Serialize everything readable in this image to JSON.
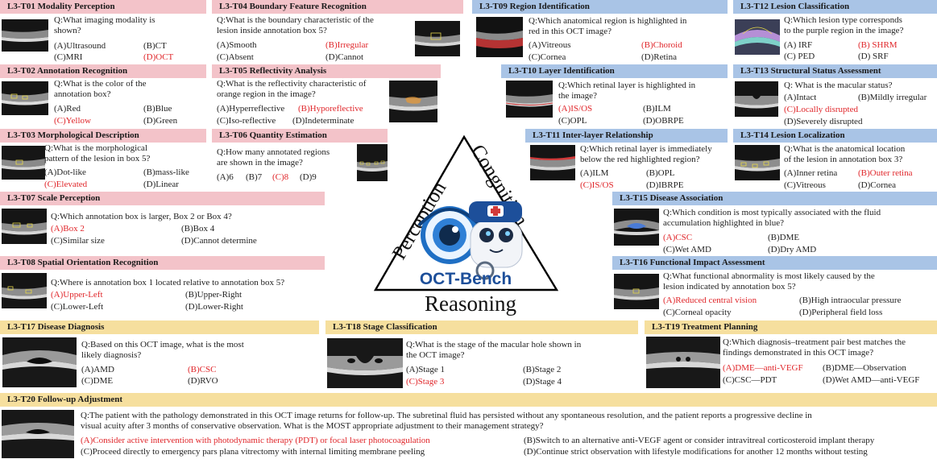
{
  "tasks": {
    "t01": {
      "header": "L3-T01 Modality Perception",
      "q1": "Q:What imaging modality is",
      "q2": "shown?",
      "a": "(A)Ultrasound",
      "b": "(B)CT",
      "c": "(C)MRI",
      "d": "(D)OCT"
    },
    "t02": {
      "header": "L3-T02 Annotation Recognition",
      "q1": "Q:What is the color of the",
      "q2": "annotation box?",
      "a": "(A)Red",
      "b": "(B)Blue",
      "c": "(C)Yellow",
      "d": "(D)Green"
    },
    "t03": {
      "header": "L3-T03 Morphological Description",
      "q1": "Q:What is the morphological",
      "q2": "pattern of the lesion in box 5?",
      "a": "(A)Dot-like",
      "b": "(B)mass-like",
      "c": "(C)Elevated",
      "d": "(D)Linear"
    },
    "t04": {
      "header": "L3-T04 Boundary Feature Recognition",
      "q1": "Q:What is the boundary characteristic of the",
      "q2": "lesion inside annotation box 5?",
      "a": "(A)Smooth",
      "b": "(B)Irregular",
      "c": "(C)Absent",
      "d": "(D)Cannot"
    },
    "t05": {
      "header": "L3-T05 Reflectivity Analysis",
      "q1": "Q:What is the reflectivity characteristic of",
      "q2": "orange region in the image?",
      "a": "(A)Hyperreflective",
      "b": "(B)Hyporeflective",
      "c": "(C)Iso-reflective",
      "d": "(D)Indeterminate"
    },
    "t06": {
      "header": "L3-T06 Quantity Estimation",
      "q1": "Q:How many annotated regions",
      "q2": "are shown in the image?",
      "a": "(A)6",
      "b": "(B)7",
      "c": "(C)8",
      "d": "(D)9"
    },
    "t07": {
      "header": "L3-T07 Scale Perception",
      "q1": "Q:Which annotation box is larger, Box 2 or Box 4?",
      "a": "(A)Box 2",
      "b": "(B)Box 4",
      "c": "(C)Similar size",
      "d": "(D)Cannot determine"
    },
    "t08": {
      "header": "L3-T08 Spatial Orientation Recognition",
      "q1": "Q:Where is annotation box 1 located relative to annotation box 5?",
      "a": "(A)Upper-Left",
      "b": "(B)Upper-Right",
      "c": "(C)Lower-Left",
      "d": "(D)Lower-Right"
    },
    "t09": {
      "header": "L3-T09 Region Identification",
      "q1": "Q:Which anatomical region is highlighted in",
      "q2": "red in this OCT image?",
      "a": "(A)Vitreous",
      "b": "(B)Choroid",
      "c": "(C)Cornea",
      "d": "(D)Retina"
    },
    "t10": {
      "header": "L3-T10 Layer Identification",
      "q1": "Q:Which retinal layer is highlighted in",
      "q2": "the image?",
      "a": "(A)IS/OS",
      "b": "(B)ILM",
      "c": "(C)OPL",
      "d": "(D)OBRPE"
    },
    "t11": {
      "header": "L3-T11 Inter-layer Relationship",
      "q1": "Q:Which retinal layer is immediately",
      "q2": "below the red highlighted region?",
      "a": "(A)ILM",
      "b": "(B)OPL",
      "c": "(C)IS/OS",
      "d": "(D)IBRPE"
    },
    "t12": {
      "header": "L3-T12 Lesion Classification",
      "q1": "Q:Which lesion type corresponds",
      "q2": "to the purple region in the image?",
      "a": "(A) IRF",
      "b": "(B) SHRM",
      "c": "(C) PED",
      "d": "(D) SRF"
    },
    "t13": {
      "header": "L3-T13 Structural Status Assessment",
      "q1": "Q: What is the macular status?",
      "a": "(A)Intact",
      "b": "(B)Mildly irregular",
      "c": "(C)Locally disrupted",
      "d": "(D)Severely disrupted"
    },
    "t14": {
      "header": "L3-T14 Lesion Localization",
      "q1": "Q:What is the anatomical location",
      "q2": "of the lesion in annotation box 3?",
      "a": "(A)Inner retina",
      "b": "(B)Outer retina",
      "c": "(C)Vitreous",
      "d": "(D)Cornea"
    },
    "t15": {
      "header": "L3-T15 Disease Association",
      "q1": "Q:Which condition is most typically associated with the fluid",
      "q2": "accumulation highlighted in blue?",
      "a": "(A)CSC",
      "b": "(B)DME",
      "c": "(C)Wet AMD",
      "d": "(D)Dry AMD"
    },
    "t16": {
      "header": "L3-T16 Functional Impact Assessment",
      "q1": "Q:What functional abnormality is most likely caused by the",
      "q2": "lesion indicated by annotation box 5?",
      "a": "(A)Reduced central vision",
      "b": "(B)High intraocular pressure",
      "c": "(C)Corneal opacity",
      "d": "(D)Peripheral field loss"
    },
    "t17": {
      "header": "L3-T17 Disease Diagnosis",
      "q1": "Q:Based on this OCT image, what is the most",
      "q2": "likely diagnosis?",
      "a": "(A)AMD",
      "b": "(B)CSC",
      "c": "(C)DME",
      "d": "(D)RVO"
    },
    "t18": {
      "header": "L3-T18 Stage Classification",
      "q1": "Q:What is the stage of the macular hole shown in",
      "q2": "the OCT image?",
      "a": "(A)Stage 1",
      "b": "(B)Stage 2",
      "c": "(C)Stage 3",
      "d": "(D)Stage 4"
    },
    "t19": {
      "header": "L3-T19 Treatment Planning",
      "q1": "Q:Which diagnosis–treatment pair best matches the",
      "q2": "findings demonstrated in this OCT image?",
      "a": "(A)DME—anti-VEGF",
      "b": "(B)DME—Observation",
      "c": "(C)CSC—PDT",
      "d": "(D)Wet AMD—anti-VEGF"
    },
    "t20": {
      "header": "L3-T20 Follow-up Adjustment",
      "q1": "Q:The patient with the pathology demonstrated in this OCT image returns for follow-up. The subretinal fluid has persisted without any spontaneous resolution, and the patient reports a progressive decline in",
      "q2": "visual acuity after 3 months of conservative observation. What is the MOST appropriate adjustment to their management strategy?",
      "a": "(A)Consider active intervention with photodynamic therapy (PDT) or focal laser photocoagulation",
      "b": "(B)Switch to an alternative anti-VEGF agent or consider intravitreal corticosteroid implant therapy",
      "c": "(C)Proceed directly to emergency pars plana vitrectomy with internal limiting membrane peeling",
      "d": "(D)Continue strict observation with lifestyle modifications for another 12 months without testing"
    }
  },
  "center": {
    "left_label": "Perception",
    "right_label": "Congnition",
    "bottom_label": "Reasoning",
    "logo_text": "OCT-Bench"
  },
  "colors": {
    "perception": "#f3c3c9",
    "cognition": "#a9c4e6",
    "reasoning": "#f6df9e",
    "answer": "#e0262a"
  }
}
